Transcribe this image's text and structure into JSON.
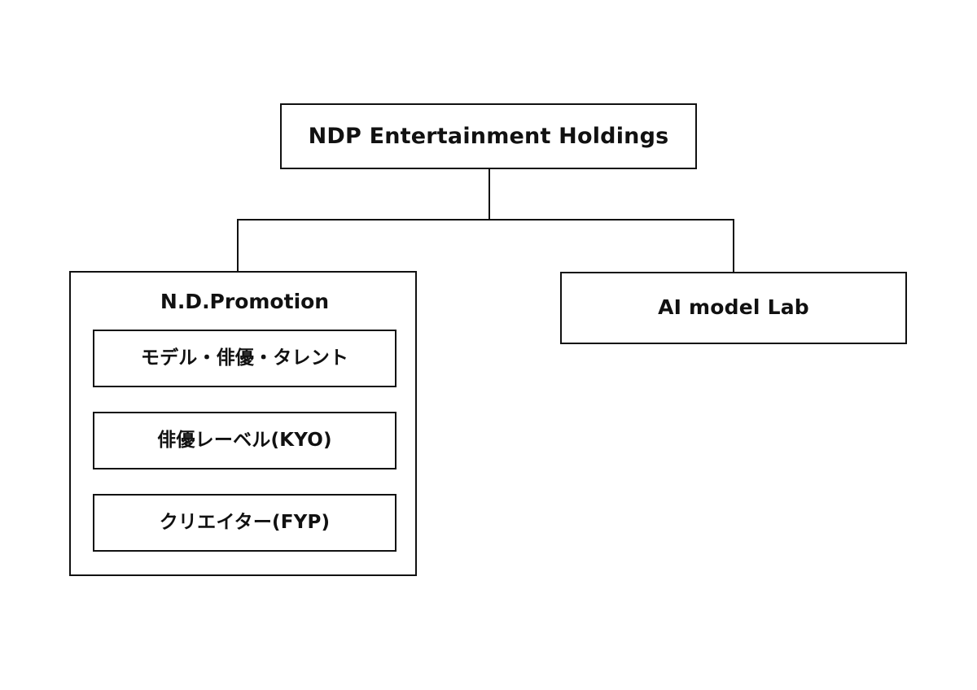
{
  "diagram": {
    "title": "NDP Entertainment Holdings organizational chart",
    "background_color": "#ffffff",
    "line_color": "#111111",
    "text_color": "#111111",
    "root": {
      "label": "NDP Entertainment Holdings"
    },
    "branches": [
      {
        "id": "promotion",
        "label": "N.D.Promotion",
        "children": [
          {
            "label": "モデル・俳優・タレント"
          },
          {
            "label": "俳優レーベル(KYO)"
          },
          {
            "label": "クリエイター(FYP)"
          }
        ]
      },
      {
        "id": "ai-model-lab",
        "label": "AI model Lab",
        "children": []
      }
    ]
  }
}
